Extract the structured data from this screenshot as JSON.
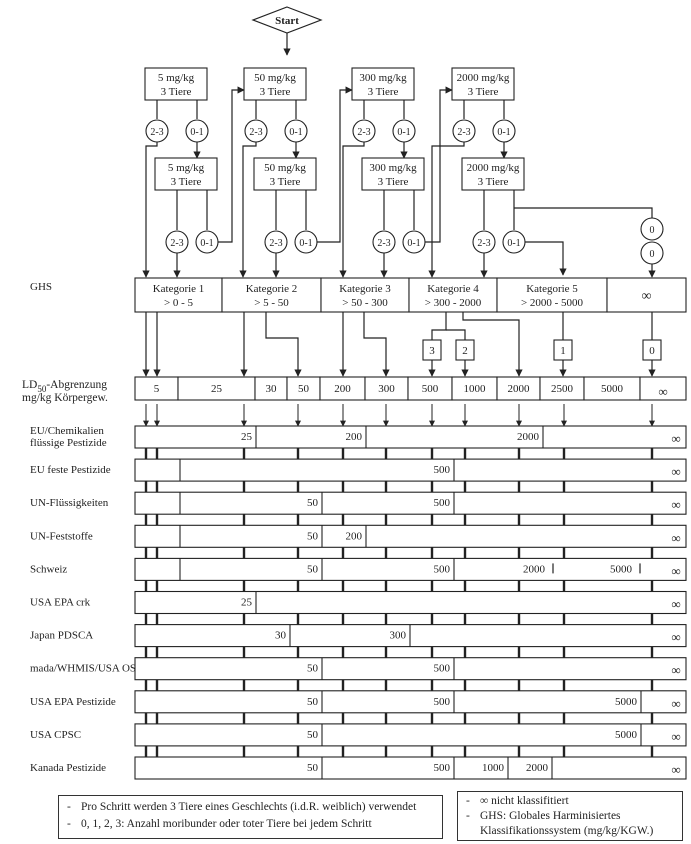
{
  "start": {
    "label": "Start"
  },
  "dose_steps": [
    {
      "top": "5 mg/kg",
      "sub": "3 Tiere",
      "repeat_top": "5 mg/kg",
      "repeat_sub": "3 Tiere"
    },
    {
      "top": "50 mg/kg",
      "sub": "3 Tiere",
      "repeat_top": "50 mg/kg",
      "repeat_sub": "3 Tiere"
    },
    {
      "top": "300 mg/kg",
      "sub": "3 Tiere",
      "repeat_top": "300 mg/kg",
      "repeat_sub": "3 Tiere"
    },
    {
      "top": "2000 mg/kg",
      "sub": "3 Tiere",
      "repeat_top": "2000 mg/kg",
      "repeat_sub": "3 Tiere"
    }
  ],
  "outcomes": {
    "high": "2-3",
    "low": "0-1",
    "zero": "0"
  },
  "ghs": {
    "label": "GHS",
    "categories": [
      {
        "name": "Kategorie 1",
        "range": "> 0 - 5"
      },
      {
        "name": "Kategorie 2",
        "range": "> 5 - 50"
      },
      {
        "name": "Kategorie 3",
        "range": "> 50 - 300"
      },
      {
        "name": "Kategorie 4",
        "range": "> 300 - 2000"
      },
      {
        "name": "Kategorie 5",
        "range": "> 2000 - 5000"
      },
      {
        "name": "∞",
        "range": ""
      }
    ],
    "count_boxes": [
      "3",
      "2",
      "1",
      "0"
    ]
  },
  "ld50": {
    "label_line1": "LD",
    "label_sub": "50",
    "label_line1_rest": "-Abgrenzung",
    "label_line2": "mg/kg Körpergew.",
    "cells": [
      "5",
      "25",
      "30",
      "50",
      "200",
      "300",
      "500",
      "1000",
      "2000",
      "2500",
      "5000",
      "∞"
    ]
  },
  "systems": [
    {
      "name": "EU/Chemikalien",
      "name2": "flüssige Pestizide",
      "cuts": [
        "25",
        "200",
        "2000"
      ],
      "end": "∞"
    },
    {
      "name": "EU feste Pestizide",
      "name2": "",
      "cuts": [
        "",
        "500"
      ],
      "end": "∞"
    },
    {
      "name": "UN-Flüssigkeiten",
      "name2": "",
      "cuts": [
        "",
        "50",
        "500"
      ],
      "end": "∞"
    },
    {
      "name": "UN-Feststoffe",
      "name2": "",
      "cuts": [
        "",
        "50",
        "200"
      ],
      "end": "∞"
    },
    {
      "name": "Schweiz",
      "name2": "",
      "cuts": [
        "",
        "50",
        "500",
        "2000",
        "5000"
      ],
      "end": "∞"
    },
    {
      "name": "USA EPA crk",
      "name2": "",
      "cuts": [
        "25"
      ],
      "end": "∞"
    },
    {
      "name": "Japan PDSCA",
      "name2": "",
      "cuts": [
        "30",
        "300"
      ],
      "end": "∞"
    },
    {
      "name": "mada/WHMIS/USA OSHA",
      "name2": "",
      "cuts": [
        "50",
        "500"
      ],
      "end": "∞"
    },
    {
      "name": "USA EPA Pestizide",
      "name2": "",
      "cuts": [
        "50",
        "500",
        "5000"
      ],
      "end": "∞"
    },
    {
      "name": "USA CPSC",
      "name2": "",
      "cuts": [
        "50",
        "5000"
      ],
      "end": "∞"
    },
    {
      "name": "Kanada Pestizide",
      "name2": "",
      "cuts": [
        "50",
        "500",
        "1000",
        "2000"
      ],
      "end": "∞"
    }
  ],
  "legend_left": {
    "items": [
      {
        "bullet": "-",
        "text": "Pro Schritt werden 3 Tiere eines Geschlechts (i.d.R. weiblich) verwendet"
      },
      {
        "bullet": "-",
        "text": "0, 1, 2, 3: Anzahl moribunder oder toter Tiere bei jedem Schritt"
      }
    ]
  },
  "legend_right": {
    "items": [
      {
        "bullet": "-",
        "text": "∞ nicht klassifitiert"
      },
      {
        "bullet": "-",
        "text": "GHS: Globales Harminisiertes"
      },
      {
        "bullet": "",
        "text": "Klassifikationssystem (mg/kg/KGW.)"
      }
    ]
  }
}
